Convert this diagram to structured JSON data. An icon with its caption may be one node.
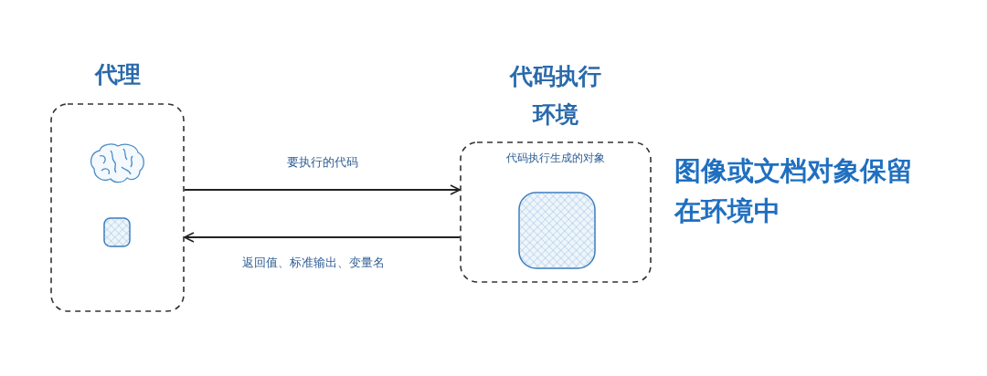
{
  "diagram": {
    "nodes": [
      {
        "text": [
          "代理"
        ]
      },
      {
        "text": [
          "代码执行环境",
          "代码执行生成的对象"
        ]
      },
      {
        "text": [],
        "shape": "box",
        "in": 0
      },
      {
        "text": [],
        "shape": "box",
        "in": 1
      }
    ],
    "edges": [
      {
        "from": 0,
        "to": 1,
        "arrow": "to",
        "label": "要执行的代码"
      },
      {
        "from": 1,
        "to": 0,
        "arrow": "to",
        "label": "返回值、标准输出、变量名"
      }
    ],
    "labels": [
      "图像或文档对象保留在环境中"
    ]
  }
}
